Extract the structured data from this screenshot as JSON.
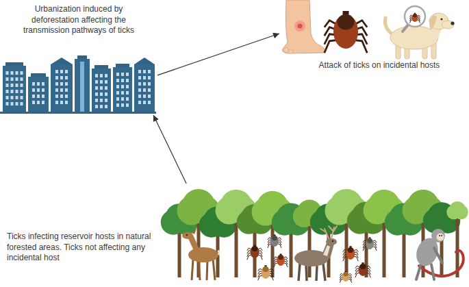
{
  "diagram": {
    "nodes": [
      {
        "text": [
          "Urbanization induced by deforestation affecting the transmission pathways of ticks"
        ]
      },
      {
        "text": [
          "Attack of ticks on incidental hosts"
        ]
      },
      {
        "text": [
          "Ticks infecting reservoir hosts in natural forested areas. Ticks not affecting any incidental host"
        ]
      }
    ],
    "edges": [
      {
        "from": 2,
        "to": 0,
        "arrow": "to"
      },
      {
        "from": 0,
        "to": 1,
        "arrow": "to"
      }
    ]
  }
}
